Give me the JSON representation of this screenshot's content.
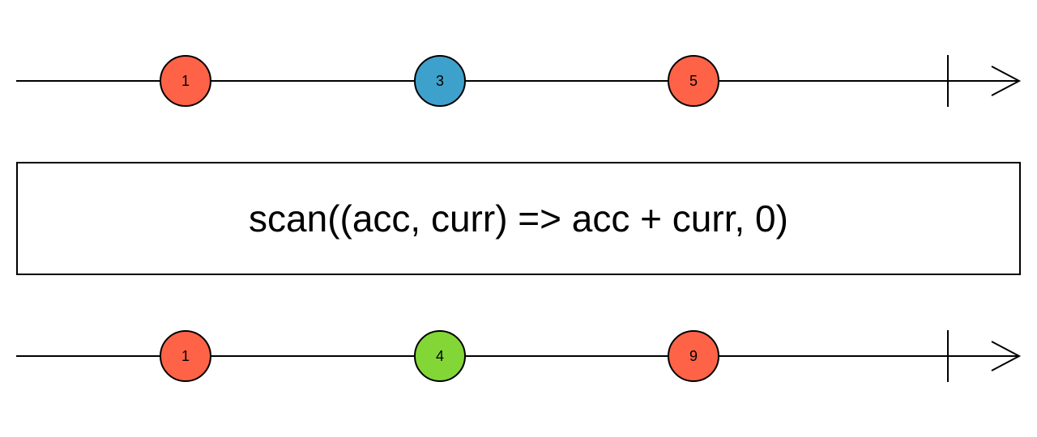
{
  "input_stream": {
    "marbles": [
      {
        "label": "1",
        "color": "#ff6347"
      },
      {
        "label": "3",
        "color": "#3ea1cb"
      },
      {
        "label": "5",
        "color": "#ff6347"
      }
    ]
  },
  "operator": {
    "label": "scan((acc, curr) => acc + curr, 0)"
  },
  "output_stream": {
    "marbles": [
      {
        "label": "1",
        "color": "#ff6347"
      },
      {
        "label": "4",
        "color": "#82d736"
      },
      {
        "label": "9",
        "color": "#ff6347"
      }
    ]
  }
}
